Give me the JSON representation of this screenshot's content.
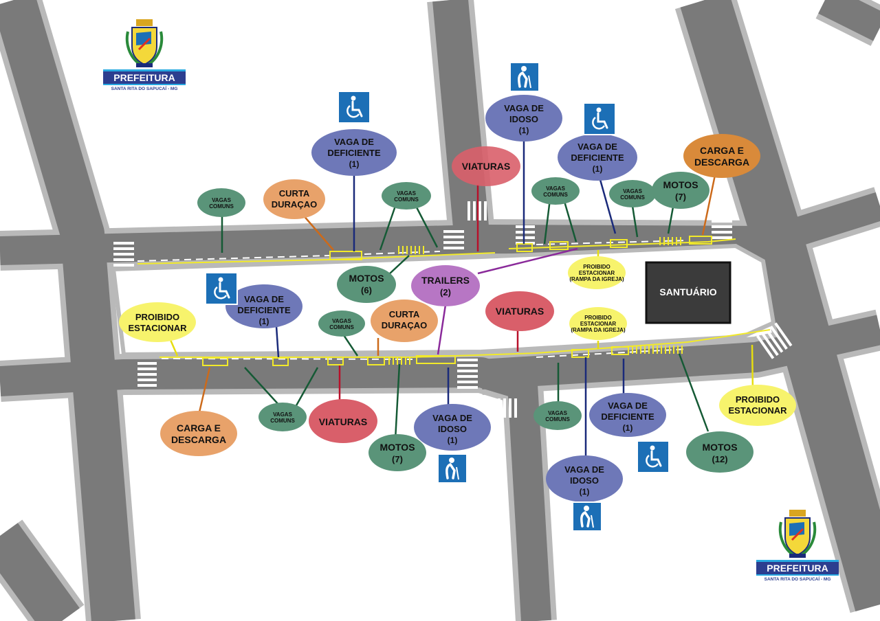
{
  "logo": {
    "title": "PREFEITURA",
    "subtitle": "SANTA RITA DO SAPUCAÍ - MG",
    "icon": "municipal-crest-icon"
  },
  "landmark": {
    "label": "SANTUÁRIO"
  },
  "colors": {
    "road": "#7d7d7d",
    "road_edge": "#b8b8b8",
    "block": "#ffffff",
    "dark_block": "#3a3a3a",
    "bubble_blue": "#6e78b8",
    "bubble_green": "#5a9479",
    "bubble_orange": "#e8a26a",
    "bubble_dark_orange": "#d98a3a",
    "bubble_red": "#d95f6a",
    "bubble_purple": "#b776c4",
    "bubble_yellow": "#f7f36c",
    "sign_blue": "#1c6fb6",
    "marking_yellow": "#f2ea29"
  },
  "labels": {
    "vaga_deficiente": [
      "VAGA DE",
      "DEFICIENTE",
      "(1)"
    ],
    "vaga_idoso": [
      "VAGA DE",
      "IDOSO",
      "(1)"
    ],
    "vagas_comuns": [
      "VAGAS",
      "COMUNS"
    ],
    "curta_duracao": [
      "CURTA",
      "DURAÇAO"
    ],
    "viaturas": [
      "VIATURAS"
    ],
    "carga_descarga": [
      "CARGA E",
      "DESCARGA"
    ],
    "motos_6": [
      "MOTOS",
      "(6)"
    ],
    "motos_7": [
      "MOTOS",
      "(7)"
    ],
    "motos_12": [
      "MOTOS",
      "(12)"
    ],
    "trailers": [
      "TRAILERS",
      "(2)"
    ],
    "proibido_estacionar": [
      "PROIBIDO",
      "ESTACIONAR"
    ],
    "proibido_rampa": [
      "PROIBIDO",
      "ESTACIONAR",
      "(RAMPA DA IGREJA)"
    ]
  },
  "icons": {
    "wheelchair": "wheelchair-icon",
    "elderly": "elderly-person-icon"
  }
}
